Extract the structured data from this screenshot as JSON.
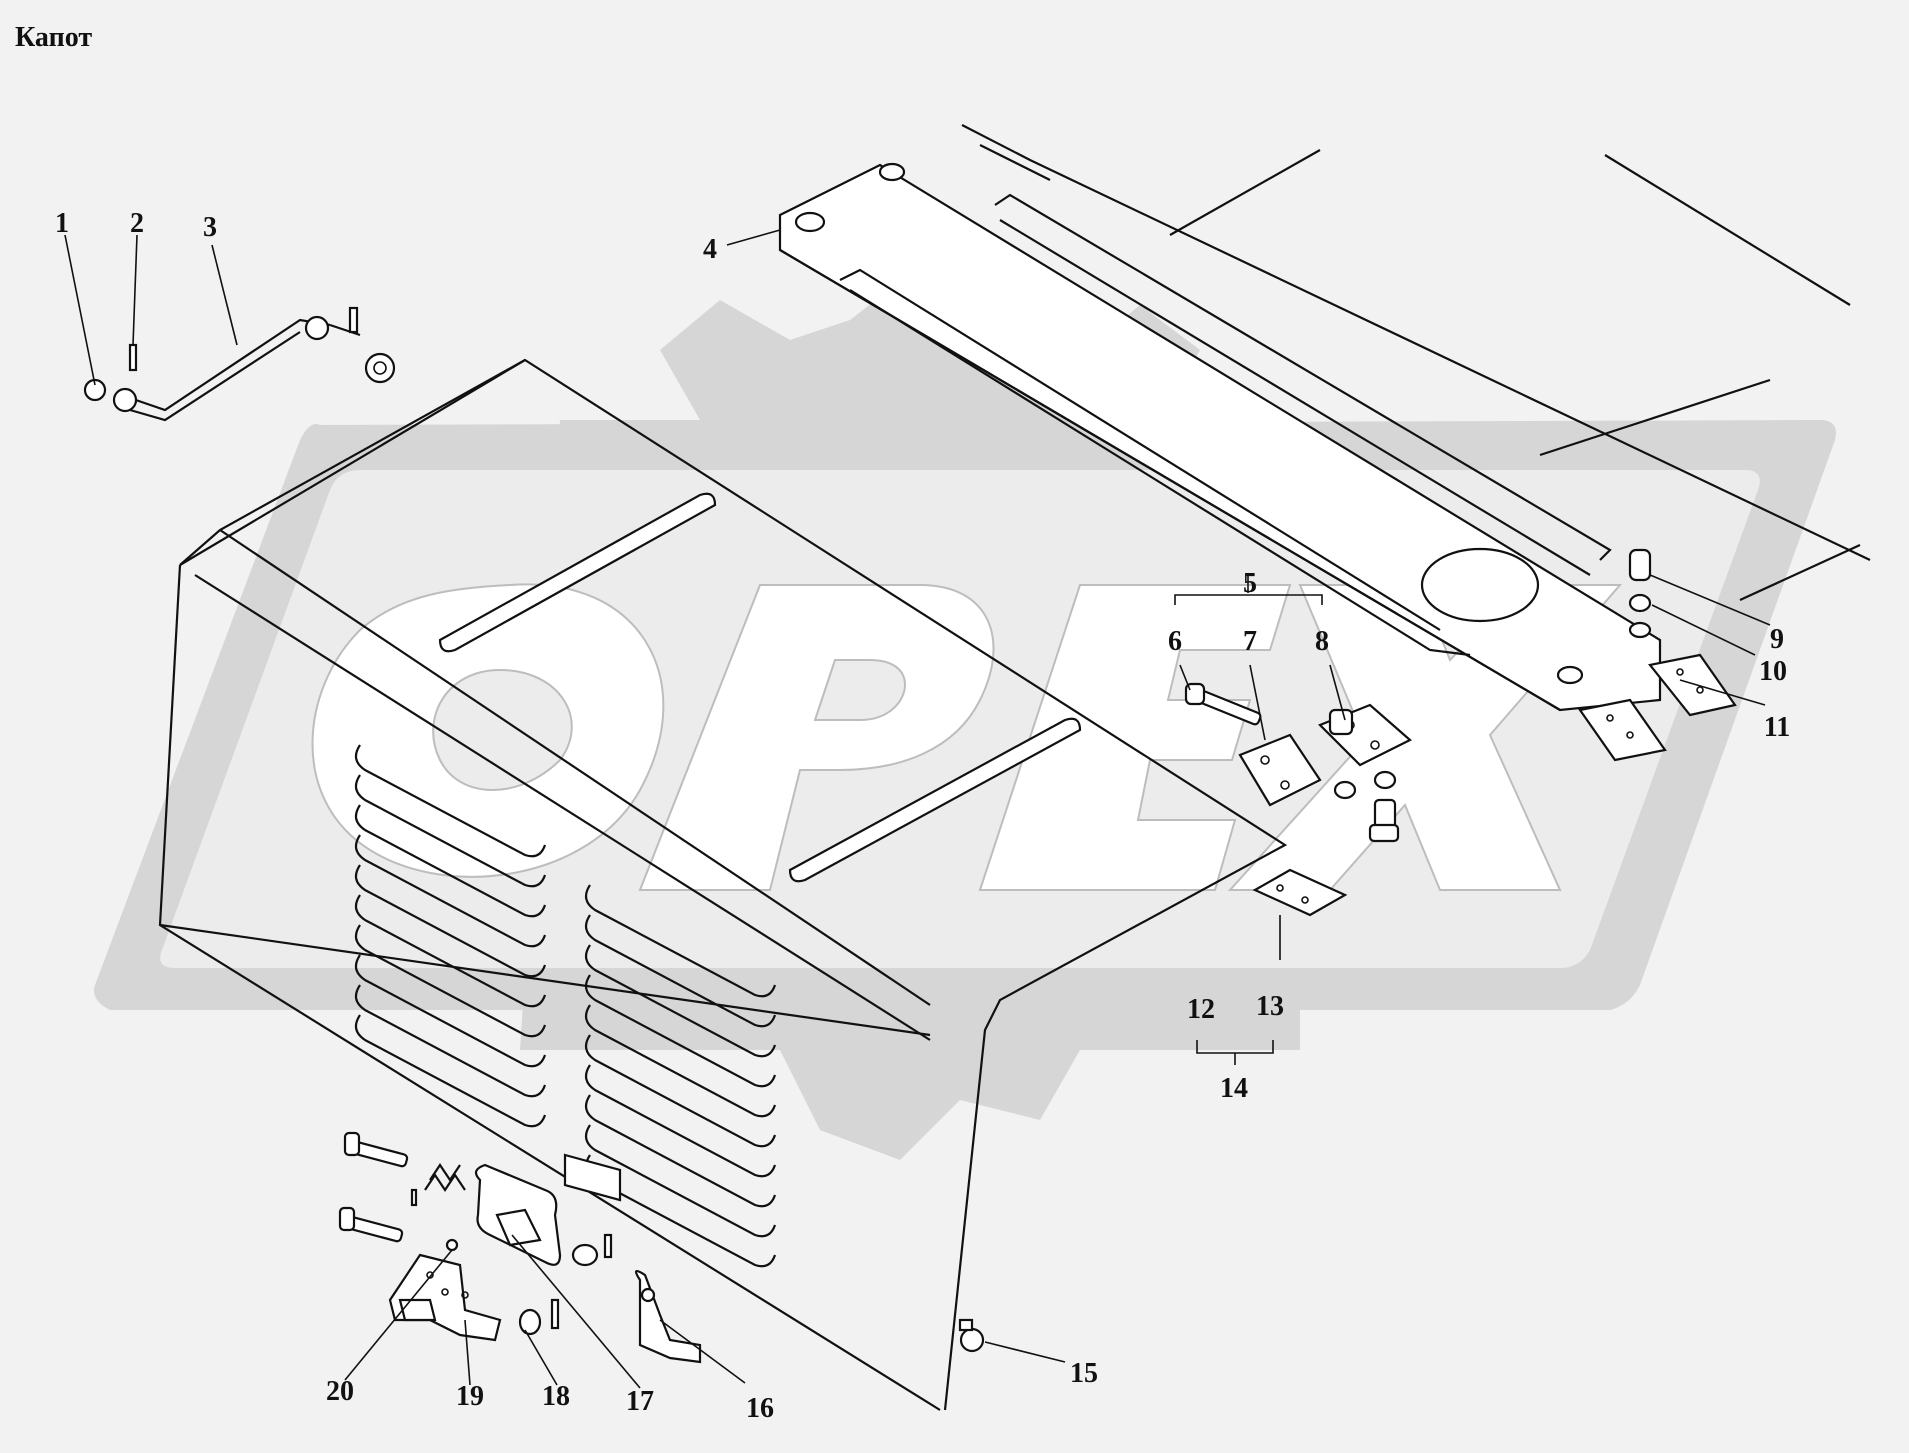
{
  "title": "Капот",
  "watermark": {
    "text": "OPEX",
    "color": "#d0d0d0"
  },
  "callouts": {
    "c1": "1",
    "c2": "2",
    "c3": "3",
    "c4": "4",
    "c5": "5",
    "c6": "6",
    "c7": "7",
    "c8": "8",
    "c9": "9",
    "c10": "10",
    "c11": "11",
    "c12": "12",
    "c13": "13",
    "c14": "14",
    "c15": "15",
    "c16": "16",
    "c17": "17",
    "c18": "18",
    "c19": "19",
    "c20": "20"
  }
}
